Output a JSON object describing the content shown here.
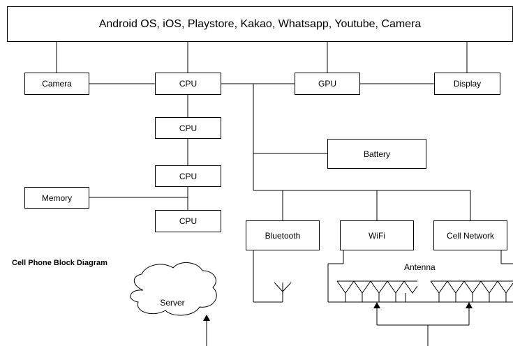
{
  "diagram": {
    "top_label": "Android OS, iOS, Playstore, Kakao, Whatsapp, Youtube, Camera",
    "title": "Cell Phone Block Diagram",
    "antenna_label": "Antenna",
    "blocks": {
      "camera": "Camera",
      "cpu_main": "CPU",
      "gpu": "GPU",
      "display": "Display",
      "cpu_2": "CPU",
      "battery": "Battery",
      "cpu_3": "CPU",
      "memory": "Memory",
      "cpu_4": "CPU",
      "bluetooth": "Bluetooth",
      "wifi": "WiFi",
      "cell_network": "Cell Network"
    },
    "server": "Server",
    "colors": {
      "line": "#000000",
      "box_fill": "#ffffff",
      "text": "#000000"
    }
  }
}
